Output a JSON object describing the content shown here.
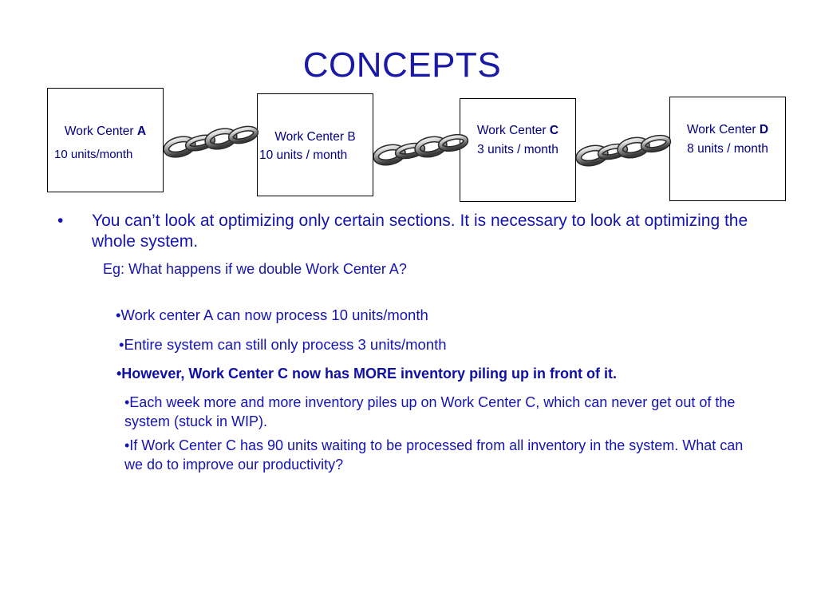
{
  "title": "CONCEPTS",
  "work_centers": [
    {
      "label": "Work Center ",
      "letter": "A",
      "rate": "10 units/month"
    },
    {
      "label": "Work Center B",
      "rate": "10 units / month"
    },
    {
      "label": "Work Center ",
      "letter": "C",
      "rate": "3 units / month"
    },
    {
      "label": "Work Center ",
      "letter": "D",
      "rate": "8 units / month"
    }
  ],
  "icons": {
    "chain": "chain-link-icon"
  },
  "bullets": {
    "marker": "•",
    "main": "You can’t look at optimizing only certain sections. It is necessary to look at optimizing the whole system.",
    "example": "Eg: What happens if we double Work Center A?",
    "points": [
      "•Work center A can now process 10 units/month",
      "•Entire system can still only process 3 units/month",
      "•However, Work Center C now has MORE inventory piling up in front of it.",
      "•Each week more and more inventory piles up on Work Center C, which can never get out of the system (stuck in WIP).",
      "•If Work Center C has 90 units waiting to be processed from all inventory in the system. What can we do to improve our productivity?"
    ]
  },
  "colors": {
    "title": "#1a1aa6",
    "text": "#1414b4",
    "box_text": "#000080",
    "chain_dark": "#3a3a3a",
    "chain_light": "#c8c8c8"
  }
}
